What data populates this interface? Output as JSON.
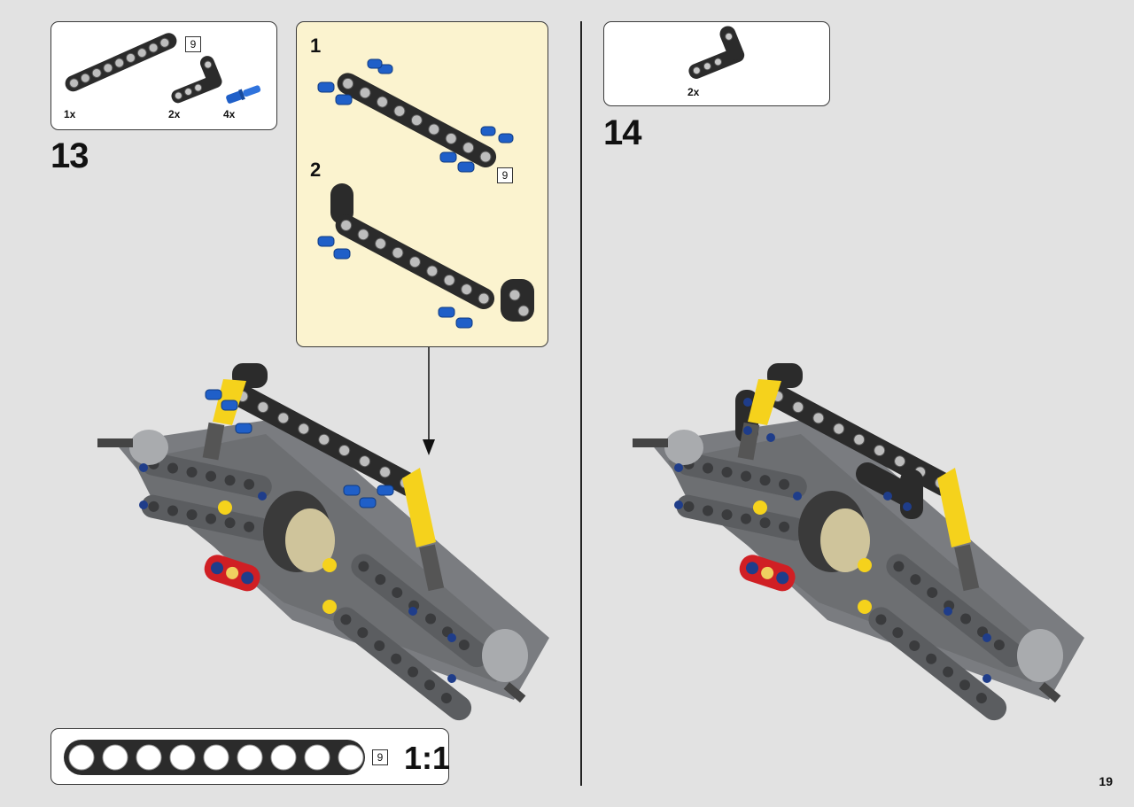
{
  "page": {
    "number": "19"
  },
  "step13": {
    "number": "13",
    "parts": [
      {
        "name": "beam-9",
        "qty": "1x",
        "length_tag": "9"
      },
      {
        "name": "l-beam",
        "qty": "2x"
      },
      {
        "name": "blue-pin",
        "qty": "4x"
      }
    ],
    "substeps": [
      {
        "number": "1",
        "length_tag": "9"
      },
      {
        "number": "2"
      }
    ]
  },
  "step14": {
    "number": "14",
    "parts": [
      {
        "name": "l-beam",
        "qty": "2x"
      }
    ]
  },
  "scale_ruler": {
    "length_tag": "9",
    "scale_label": "1:1",
    "holes": 9
  },
  "colors": {
    "background": "#e2e2e2",
    "callout_bg": "#fbf3cf",
    "beam_black": "#2b2b2b",
    "beam_grey": "#6d6f72",
    "pin_blue": "#1f5fc8",
    "accent_yellow": "#f5d21c",
    "accent_red": "#d01f24",
    "gear_tan": "#cfc49b"
  }
}
